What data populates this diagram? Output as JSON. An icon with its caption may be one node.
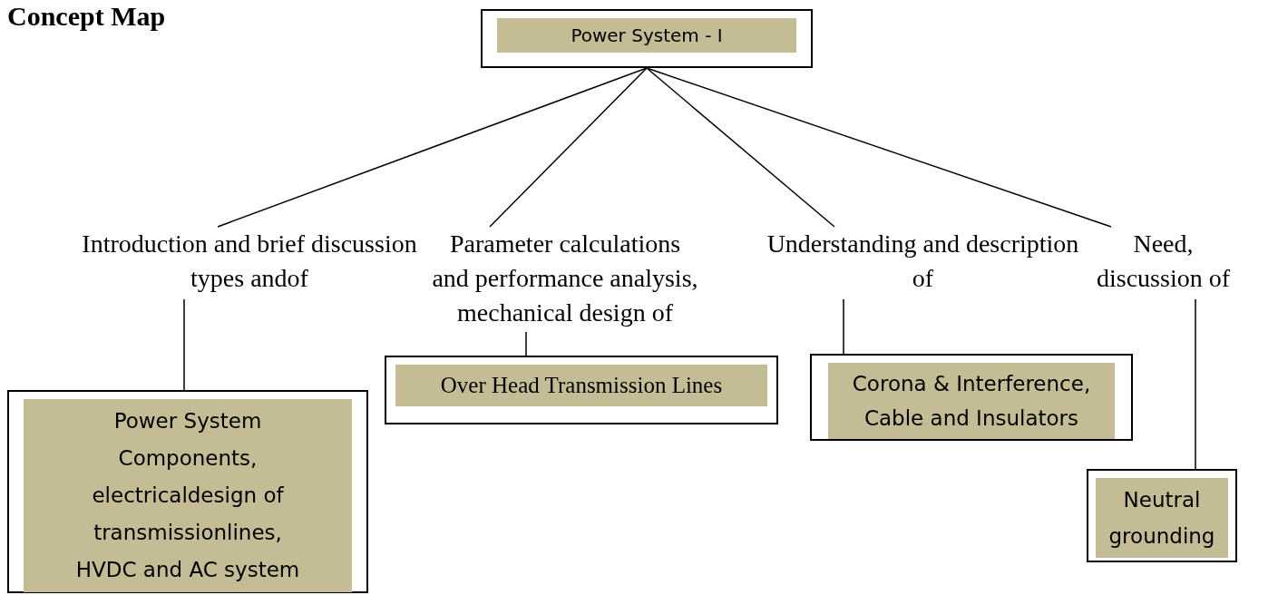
{
  "diagram": {
    "title": "Concept Map",
    "nodes": [
      {
        "text": [
          "Power System - I"
        ]
      },
      {
        "text": [
          "Introduction and brief discussion types andof"
        ]
      },
      {
        "text": [
          "Parameter calculations and performance analysis, mechanical design of"
        ]
      },
      {
        "text": [
          "Understanding and description of"
        ]
      },
      {
        "text": [
          "Need, discussion of"
        ]
      },
      {
        "text": [
          "Power System Components, electricaldesign of transmissionlines, HVDC and AC system"
        ]
      },
      {
        "text": [
          "Over Head Transmission Lines"
        ]
      },
      {
        "text": [
          "Corona & Interference, Cable and Insulators"
        ]
      },
      {
        "text": [
          "Neutral grounding"
        ]
      }
    ],
    "edges": [
      {
        "from": 0,
        "to": 1,
        "arrow": "none"
      },
      {
        "from": 0,
        "to": 2,
        "arrow": "none"
      },
      {
        "from": 0,
        "to": 3,
        "arrow": "none"
      },
      {
        "from": 0,
        "to": 4,
        "arrow": "none"
      },
      {
        "from": 1,
        "to": 5,
        "arrow": "none"
      },
      {
        "from": 2,
        "to": 6,
        "arrow": "none"
      },
      {
        "from": 3,
        "to": 7,
        "arrow": "none"
      },
      {
        "from": 4,
        "to": 8,
        "arrow": "none"
      }
    ]
  }
}
